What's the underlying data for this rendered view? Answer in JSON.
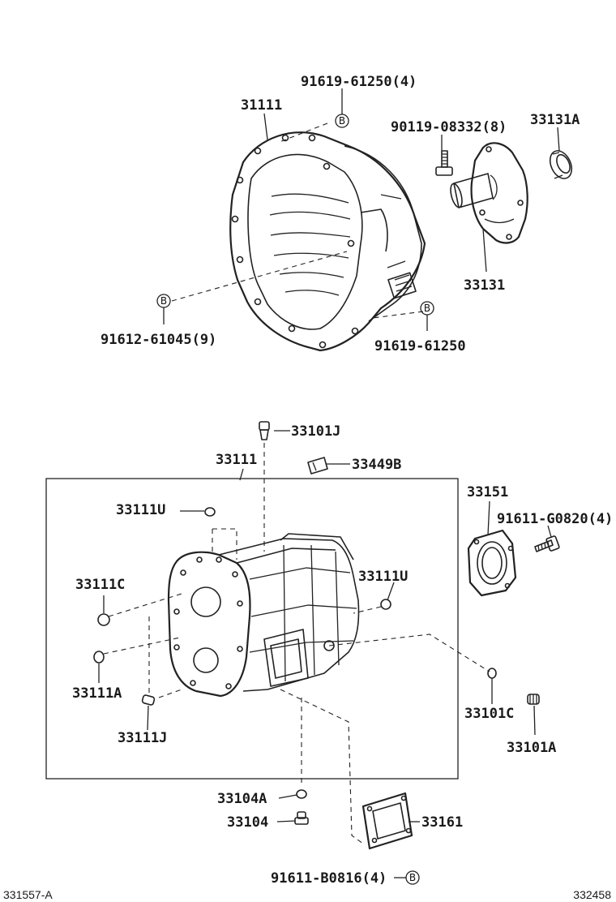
{
  "parts": {
    "p_31111": "31111",
    "p_91619_61250_4": "91619-61250(4)",
    "p_90119_08332_8": "90119-08332(8)",
    "p_33131A": "33131A",
    "p_33131": "33131",
    "p_91612_61045_9": "91612-61045(9)",
    "p_91619_61250": "91619-61250",
    "p_33101J": "33101J",
    "p_33111": "33111",
    "p_33449B": "33449B",
    "p_33111U_a": "33111U",
    "p_33151": "33151",
    "p_91611_G0820_4": "91611-G0820(4)",
    "p_33111C": "33111C",
    "p_33111U_b": "33111U",
    "p_33111A": "33111A",
    "p_33101C": "33101C",
    "p_33111J": "33111J",
    "p_33101A": "33101A",
    "p_33104A": "33104A",
    "p_33104": "33104",
    "p_33161": "33161",
    "p_91611_B0816_4": "91611-B0816(4)"
  },
  "callout_marker": "B",
  "corner_left": "331557-A",
  "corner_right": "332458"
}
